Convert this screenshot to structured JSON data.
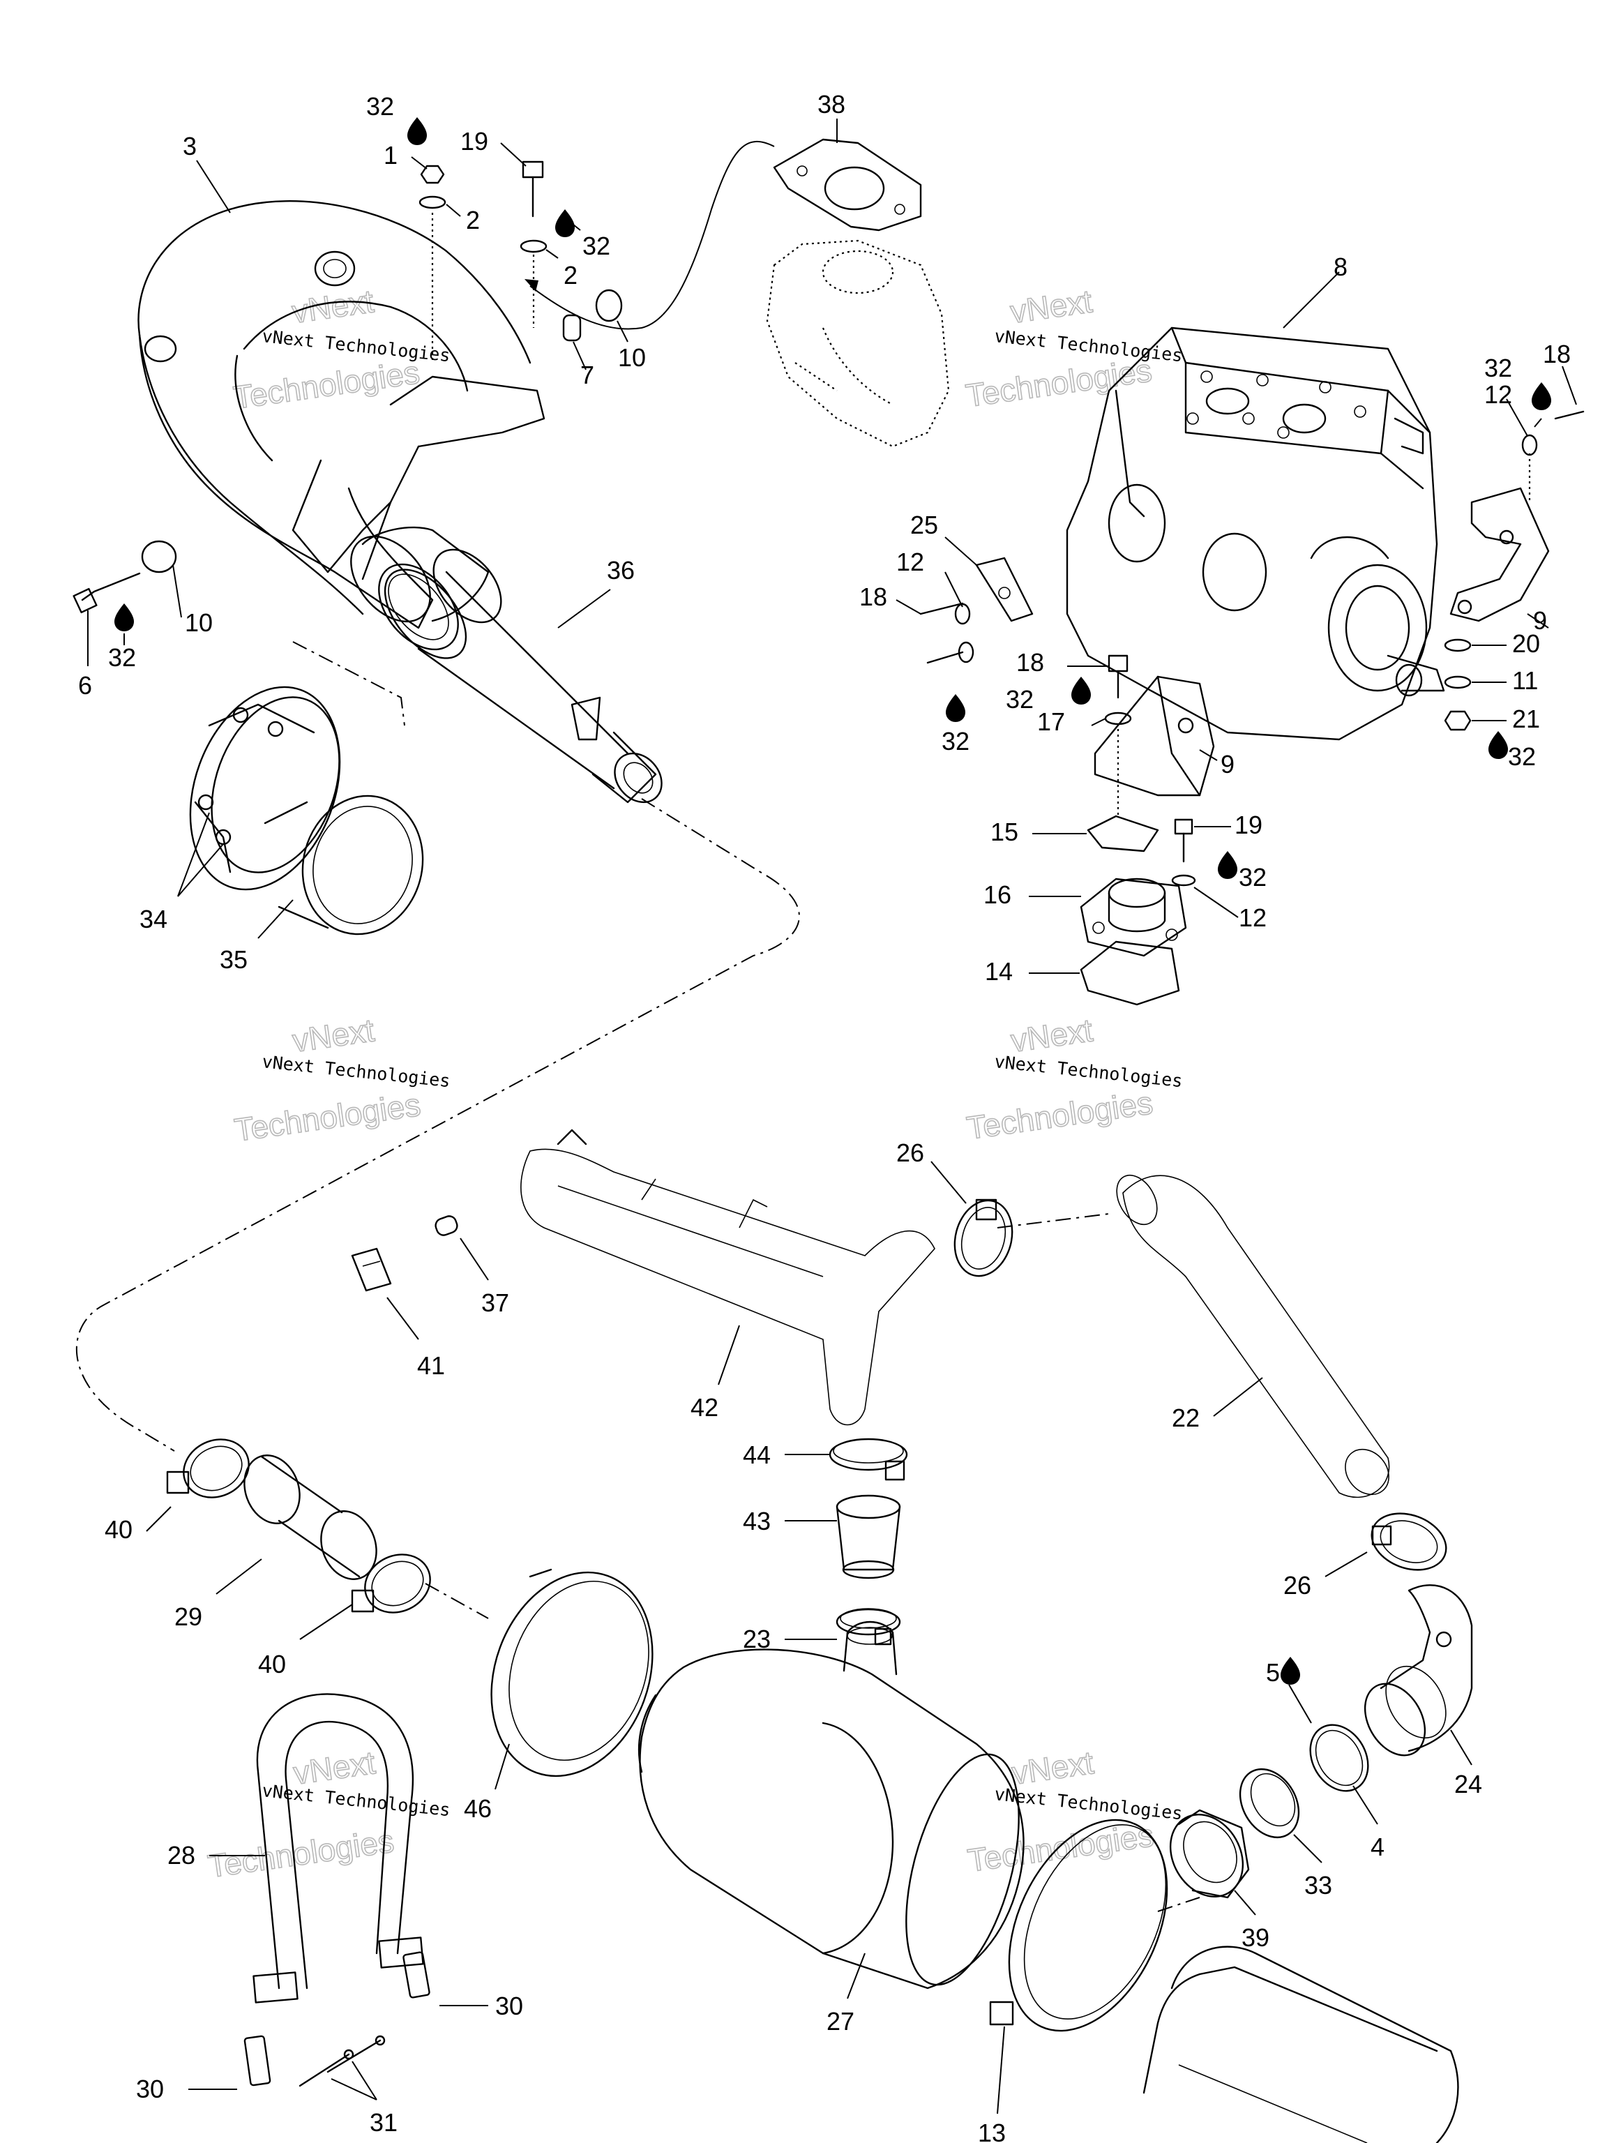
{
  "watermark": {
    "line1": "vNext Technologies",
    "line2": "Technologies",
    "line3": "vNext"
  },
  "callouts": [
    {
      "id": "c32a",
      "text": "32"
    },
    {
      "id": "c3",
      "text": "3"
    },
    {
      "id": "c1",
      "text": "1"
    },
    {
      "id": "c19a",
      "text": "19"
    },
    {
      "id": "c2a",
      "text": "2"
    },
    {
      "id": "c32b",
      "text": "32"
    },
    {
      "id": "c2b",
      "text": "2"
    },
    {
      "id": "c7",
      "text": "7"
    },
    {
      "id": "c10a",
      "text": "10"
    },
    {
      "id": "c38",
      "text": "38"
    },
    {
      "id": "c8",
      "text": "8"
    },
    {
      "id": "c18a",
      "text": "18"
    },
    {
      "id": "c32c",
      "text": "32"
    },
    {
      "id": "c12a",
      "text": "12"
    },
    {
      "id": "c10b",
      "text": "10"
    },
    {
      "id": "c6",
      "text": "6"
    },
    {
      "id": "c32d",
      "text": "32"
    },
    {
      "id": "c36",
      "text": "36"
    },
    {
      "id": "c25",
      "text": "25"
    },
    {
      "id": "c12b",
      "text": "12"
    },
    {
      "id": "c18b",
      "text": "18"
    },
    {
      "id": "c9a",
      "text": "9"
    },
    {
      "id": "c20",
      "text": "20"
    },
    {
      "id": "c18c",
      "text": "18"
    },
    {
      "id": "c11",
      "text": "11"
    },
    {
      "id": "c32e",
      "text": "32"
    },
    {
      "id": "c21",
      "text": "21"
    },
    {
      "id": "c17",
      "text": "17"
    },
    {
      "id": "c32f",
      "text": "32"
    },
    {
      "id": "c32g",
      "text": "32"
    },
    {
      "id": "c9b",
      "text": "9"
    },
    {
      "id": "c15",
      "text": "15"
    },
    {
      "id": "c19b",
      "text": "19"
    },
    {
      "id": "c32h",
      "text": "32"
    },
    {
      "id": "c16",
      "text": "16"
    },
    {
      "id": "c12c",
      "text": "12"
    },
    {
      "id": "c14",
      "text": "14"
    },
    {
      "id": "c34",
      "text": "34"
    },
    {
      "id": "c35",
      "text": "35"
    },
    {
      "id": "c26a",
      "text": "26"
    },
    {
      "id": "c37",
      "text": "37"
    },
    {
      "id": "c41",
      "text": "41"
    },
    {
      "id": "c42",
      "text": "42"
    },
    {
      "id": "c22",
      "text": "22"
    },
    {
      "id": "c44",
      "text": "44"
    },
    {
      "id": "c43",
      "text": "43"
    },
    {
      "id": "c40a",
      "text": "40"
    },
    {
      "id": "c29",
      "text": "29"
    },
    {
      "id": "c26b",
      "text": "26"
    },
    {
      "id": "c23",
      "text": "23"
    },
    {
      "id": "c40b",
      "text": "40"
    },
    {
      "id": "c5",
      "text": "5"
    },
    {
      "id": "c24",
      "text": "24"
    },
    {
      "id": "c46",
      "text": "46"
    },
    {
      "id": "c28",
      "text": "28"
    },
    {
      "id": "c4",
      "text": "4"
    },
    {
      "id": "c33",
      "text": "33"
    },
    {
      "id": "c39",
      "text": "39"
    },
    {
      "id": "c27",
      "text": "27"
    },
    {
      "id": "c30a",
      "text": "30"
    },
    {
      "id": "c30b",
      "text": "30"
    },
    {
      "id": "c31",
      "text": "31"
    },
    {
      "id": "c13",
      "text": "13"
    }
  ]
}
